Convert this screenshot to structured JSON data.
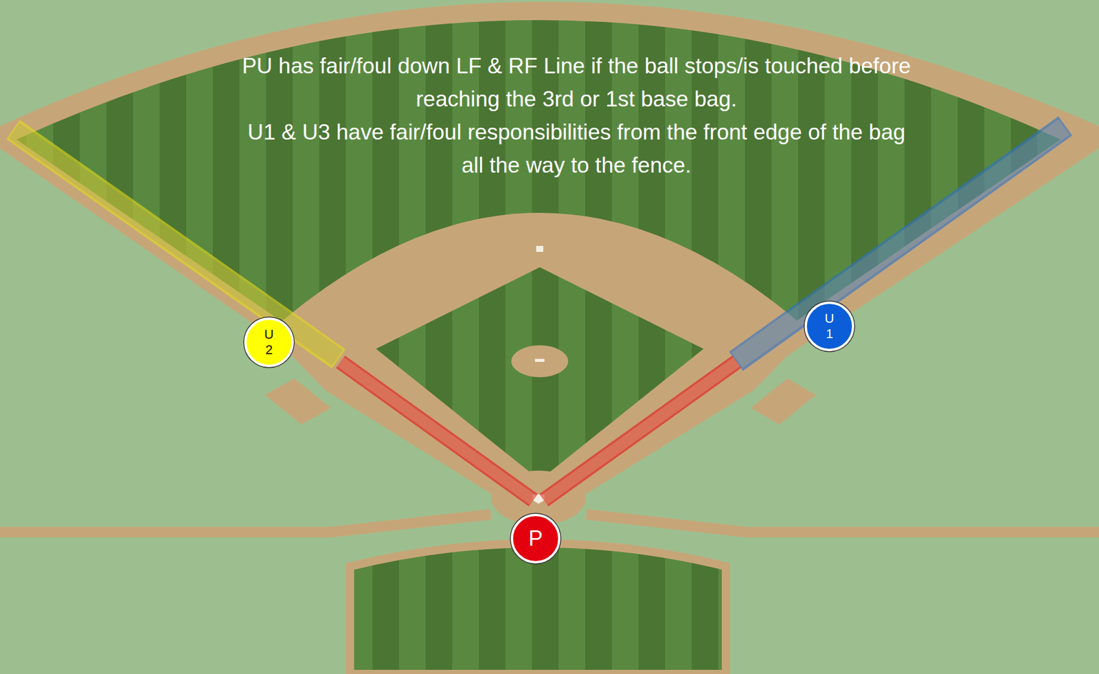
{
  "diagram": {
    "nodes": [
      {
        "text": [
          "U 2"
        ]
      },
      {
        "text": [
          "U 1"
        ]
      },
      {
        "text": [
          "P"
        ]
      }
    ],
    "labels": [
      "PU has fair/foul down LF & RF Line if the ball stops/is touched before reaching the 3rd or 1st base bag.",
      "U1 & U3 have fair/foul responsibilities from the front edge of the bag all the way to the fence."
    ]
  }
}
